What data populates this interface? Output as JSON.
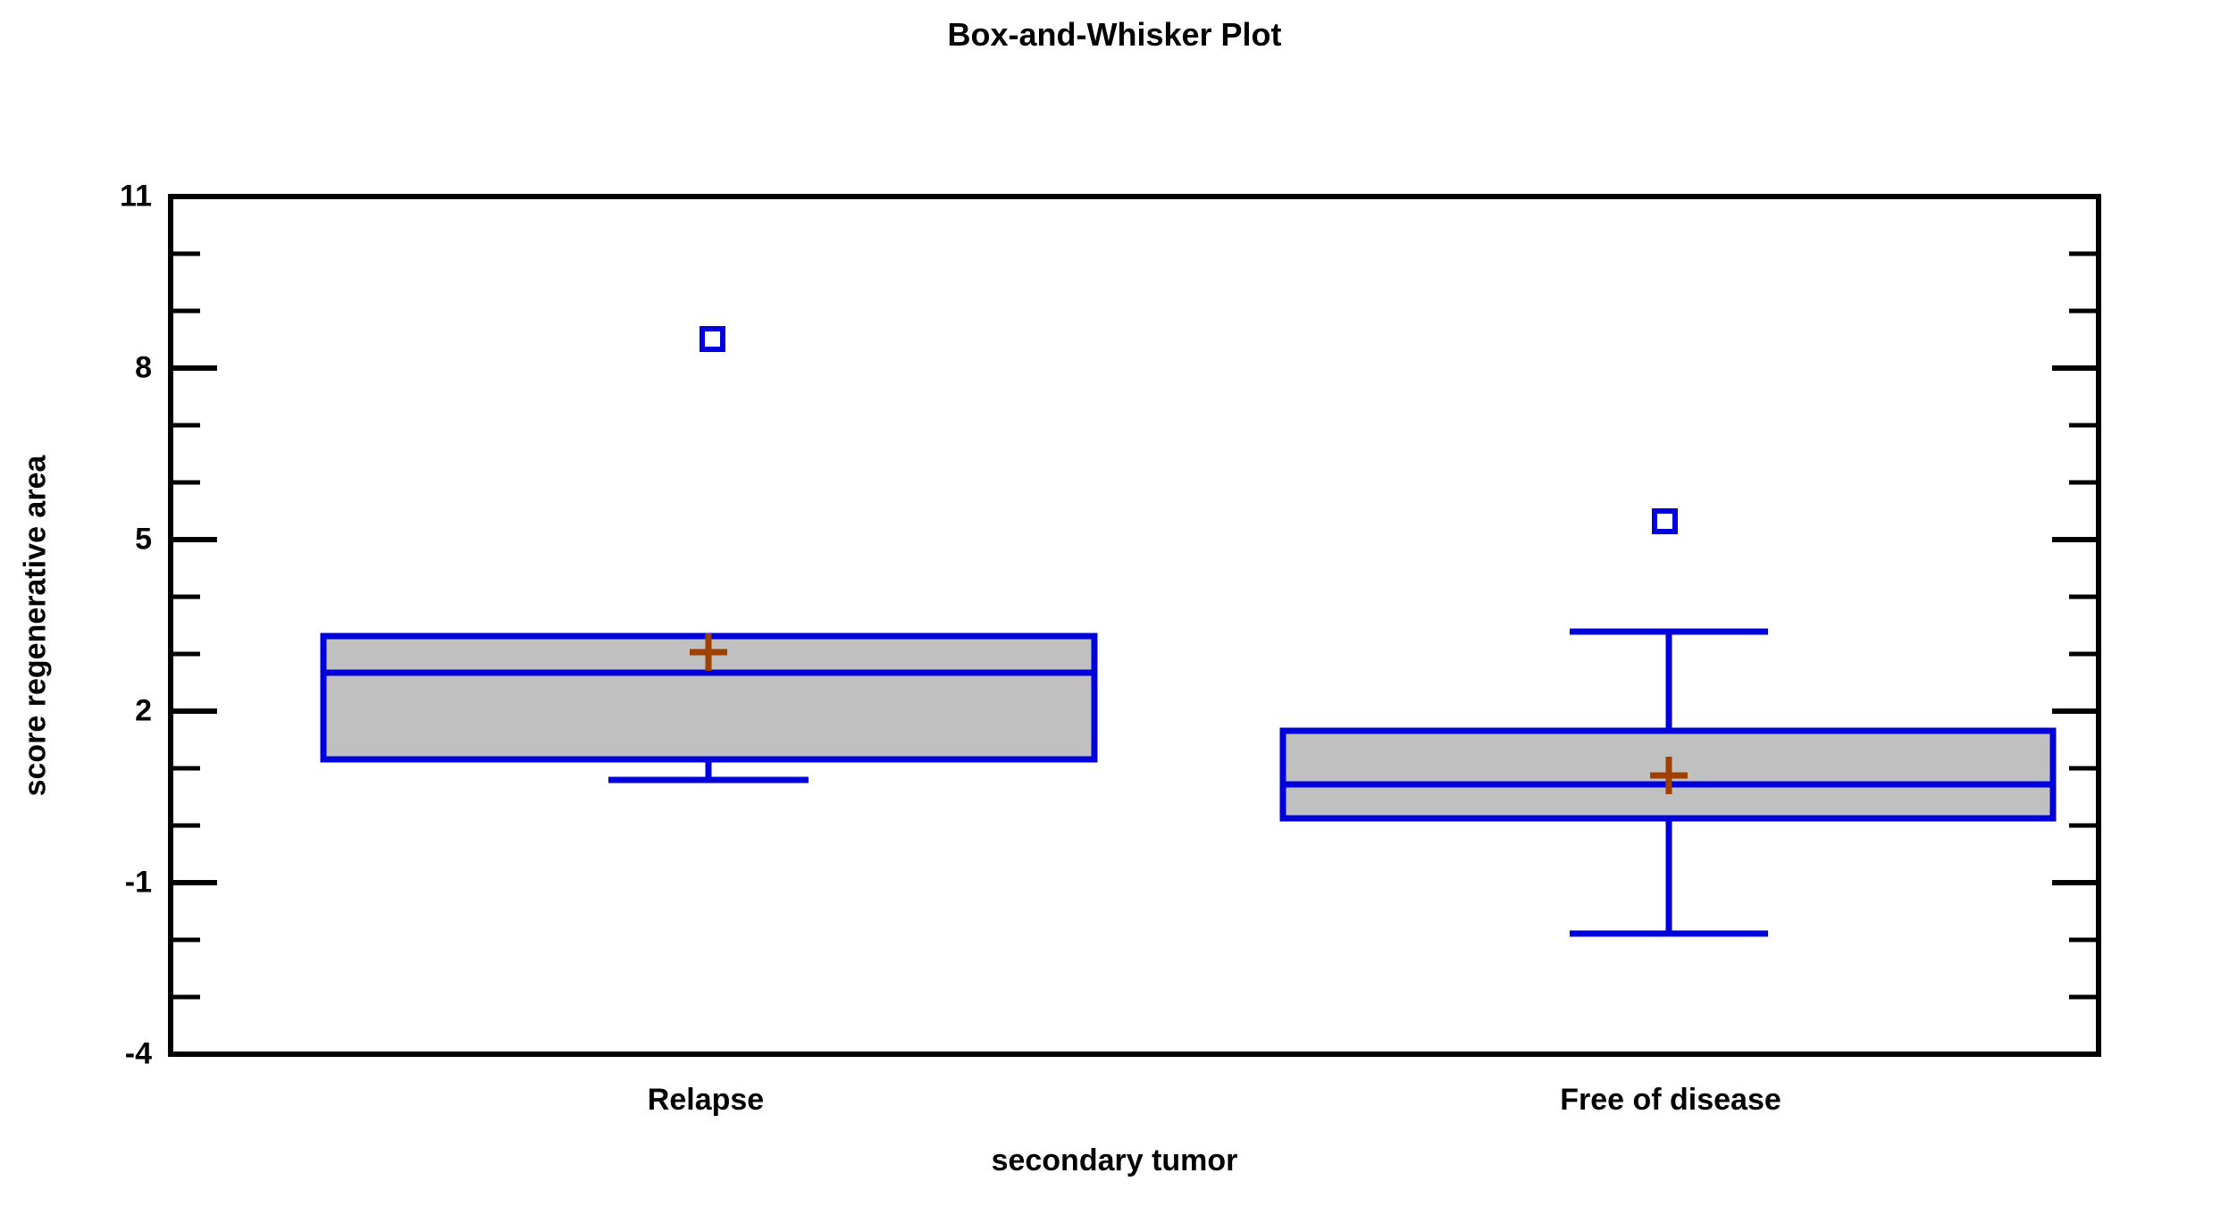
{
  "chart_data": {
    "type": "box",
    "title": "Box-and-Whisker Plot",
    "xlabel": "secondary tumor",
    "ylabel": "score regenerative area",
    "ylim": [
      -4,
      11
    ],
    "yticks": [
      -4,
      -1,
      2,
      5,
      8,
      11
    ],
    "ytick_labels": [
      "-4",
      "-1",
      "2",
      "5",
      "8",
      "11"
    ],
    "minor_ticks_per_interval": 2,
    "grid": false,
    "legend": null,
    "categories": [
      "Relapse",
      "Free of disease"
    ],
    "boxes": [
      {
        "category": "Relapse",
        "whisker_low": 0.8,
        "q1": 1.2,
        "median": 2.7,
        "q3": 3.3,
        "whisker_high": 3.3,
        "mean": 3.0,
        "outliers": [
          8.6
        ]
      },
      {
        "category": "Free of disease",
        "whisker_low": -3.0,
        "q1": -0.7,
        "median": 0.3,
        "q3": 1.7,
        "whisker_high": 3.4,
        "mean": 0.2,
        "outliers": [
          5.4
        ]
      }
    ],
    "colors": {
      "box_outline": "#0000dd",
      "box_fill": "#c0c0c0",
      "whisker": "#0000dd",
      "mean_marker": "#a04000",
      "outlier_marker": "#0000dd",
      "axis": "#000000",
      "background": "#ffffff"
    },
    "mean_marker_symbol": "+",
    "outlier_marker_symbol": "square-open"
  }
}
